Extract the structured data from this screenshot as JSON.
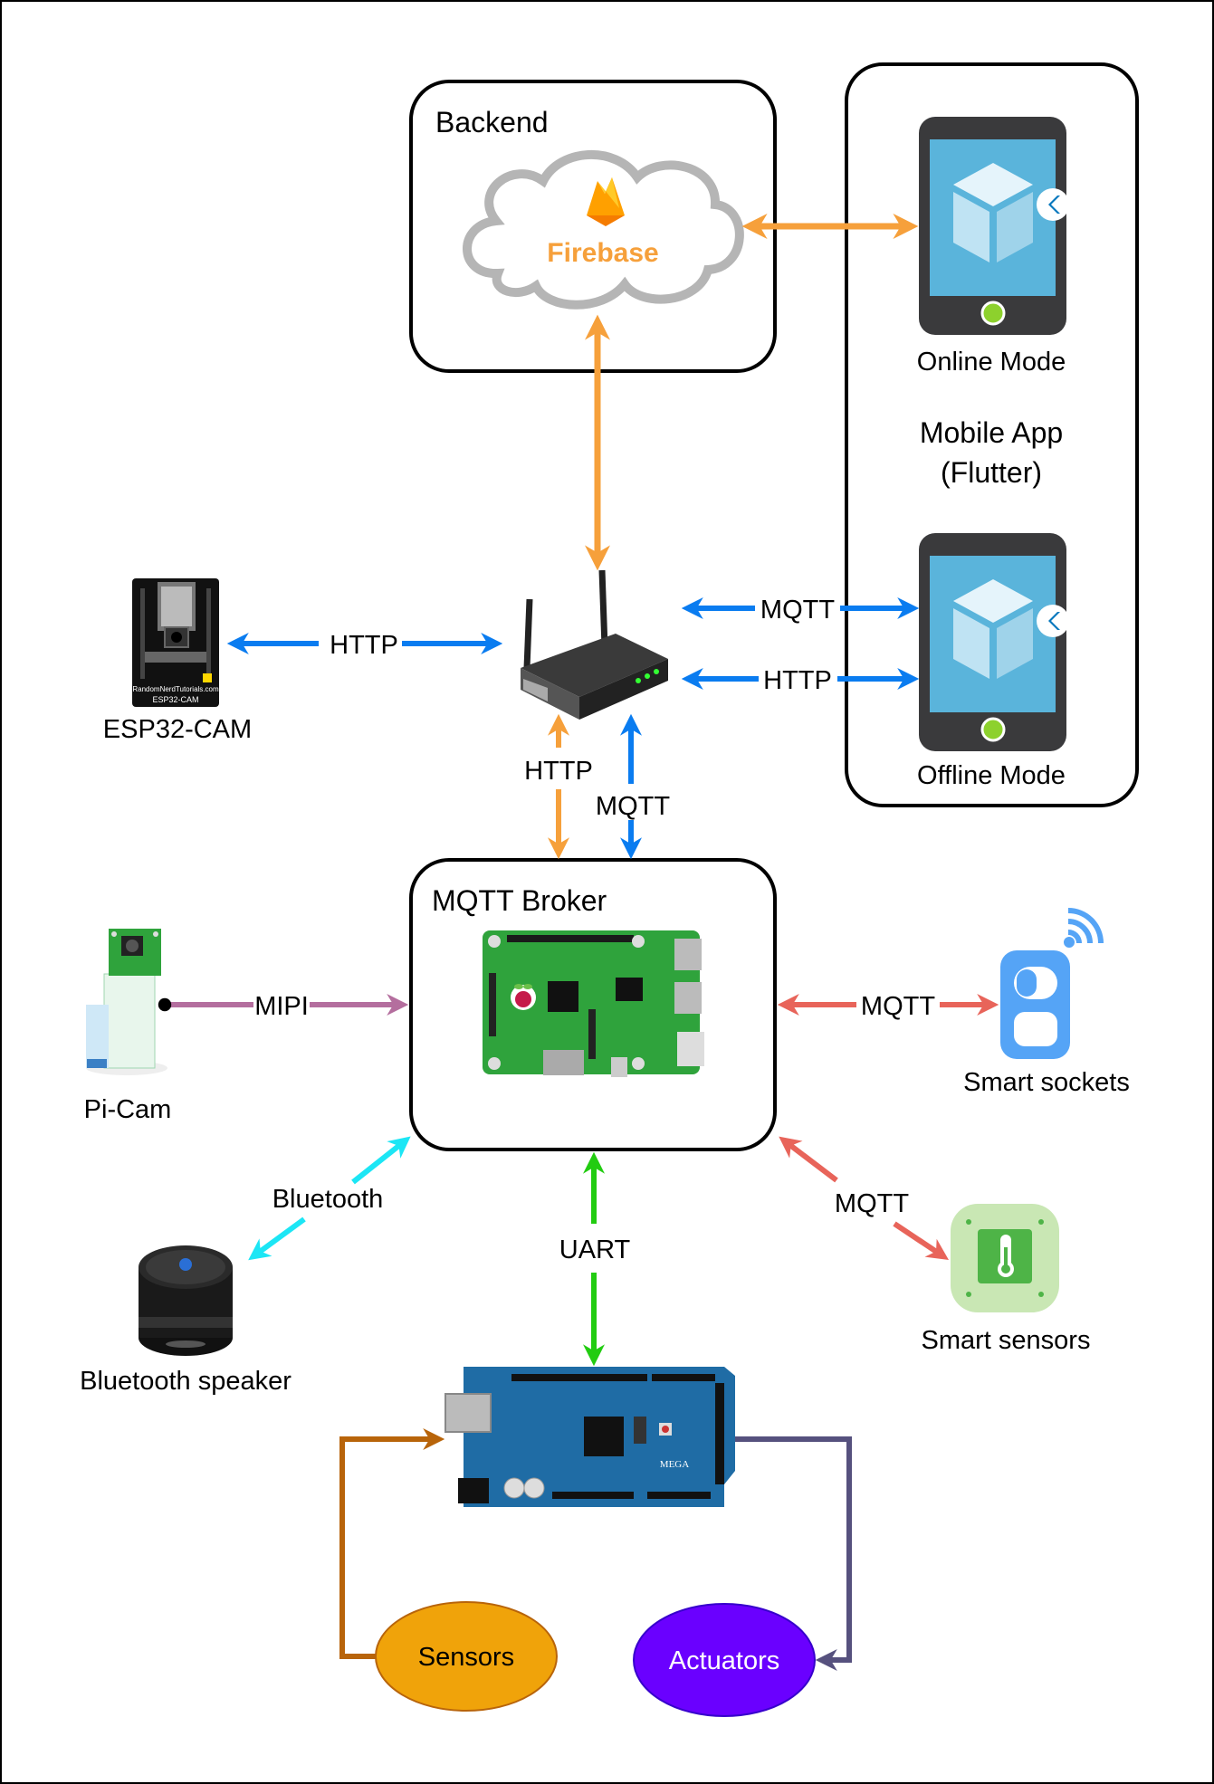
{
  "backend": {
    "title": "Backend",
    "service": "Firebase"
  },
  "mobile_app": {
    "title_line1": "Mobile App",
    "title_line2": "(Flutter)",
    "online_label": "Online Mode",
    "offline_label": "Offline Mode"
  },
  "esp32": {
    "label": "ESP32-CAM",
    "board_text1": "RandomNerdTutorials.com",
    "board_text2": "ESP32-CAM"
  },
  "broker": {
    "title": "MQTT Broker"
  },
  "picam": {
    "label": "Pi-Cam"
  },
  "smart_sockets": {
    "label": "Smart sockets"
  },
  "smart_sensors": {
    "label": "Smart sensors"
  },
  "speaker": {
    "label": "Bluetooth speaker"
  },
  "arduino": {
    "board_text": "MEGA"
  },
  "sensors": {
    "label": "Sensors"
  },
  "actuators": {
    "label": "Actuators"
  },
  "links": {
    "esp32_router": "HTTP",
    "router_app_mqtt": "MQTT",
    "router_app_http": "HTTP",
    "router_broker_http": "HTTP",
    "router_broker_mqtt": "MQTT",
    "picam_broker": "MIPI",
    "broker_sockets": "MQTT",
    "broker_speaker": "Bluetooth",
    "broker_sensors": "MQTT",
    "broker_arduino": "UART"
  },
  "colors": {
    "firebase_orange": "#F6A03B",
    "http_blue": "#0A7CF0",
    "mipi_purple": "#B46E9E",
    "mqtt_red": "#E8645A",
    "bluetooth_cyan": "#1CE6F5",
    "uart_green": "#22CC11",
    "sensors_brown": "#B8640A",
    "actuators_navy": "#56517E",
    "sensors_fill": "#F0A30A",
    "actuators_fill": "#6A00FF"
  }
}
